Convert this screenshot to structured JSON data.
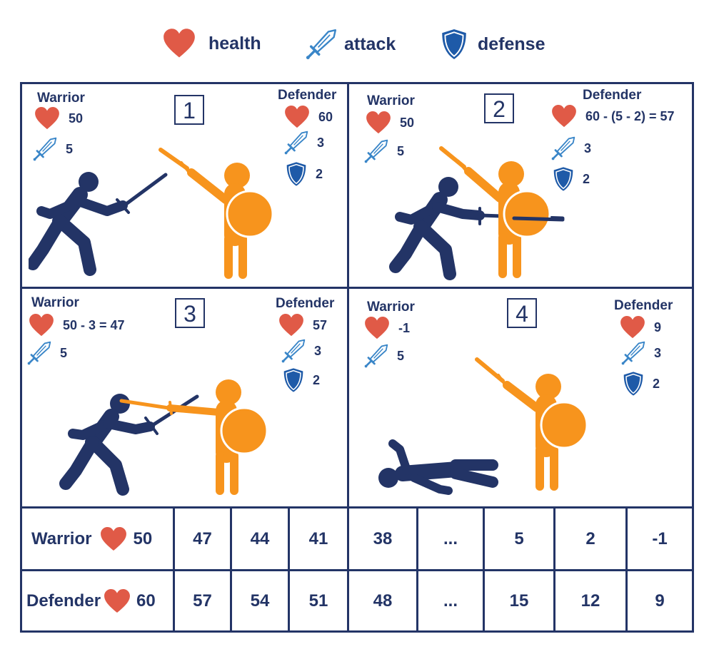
{
  "legend": {
    "health": "health",
    "attack": "attack",
    "defense": "defense"
  },
  "panels": [
    {
      "number": "1",
      "warrior": {
        "label": "Warrior",
        "health": "50",
        "attack": "5"
      },
      "defender": {
        "label": "Defender",
        "health": "60",
        "attack": "3",
        "defense": "2"
      }
    },
    {
      "number": "2",
      "warrior": {
        "label": "Warrior",
        "health": "50",
        "attack": "5"
      },
      "defender": {
        "label": "Defender",
        "health": "60 - (5 - 2) = 57",
        "attack": "3",
        "defense": "2"
      }
    },
    {
      "number": "3",
      "warrior": {
        "label": "Warrior",
        "health": "50 - 3 = 47",
        "attack": "5"
      },
      "defender": {
        "label": "Defender",
        "health": "57",
        "attack": "3",
        "defense": "2"
      }
    },
    {
      "number": "4",
      "warrior": {
        "label": "Warrior",
        "health": "-1",
        "attack": "5"
      },
      "defender": {
        "label": "Defender",
        "health": "9",
        "attack": "3",
        "defense": "2"
      }
    }
  ],
  "table": {
    "rows": [
      {
        "label": "Warrior",
        "start": "50",
        "values": [
          "47",
          "44",
          "41",
          "38",
          "...",
          "5",
          "2",
          "-1"
        ]
      },
      {
        "label": "Defender",
        "start": "60",
        "values": [
          "57",
          "54",
          "51",
          "48",
          "...",
          "15",
          "12",
          "9"
        ]
      }
    ]
  },
  "colors": {
    "navy": "#233466",
    "orange": "#F7941D",
    "heart": "#E05A47",
    "sword": "#3A86C8",
    "shield": "#1E5AA8"
  }
}
